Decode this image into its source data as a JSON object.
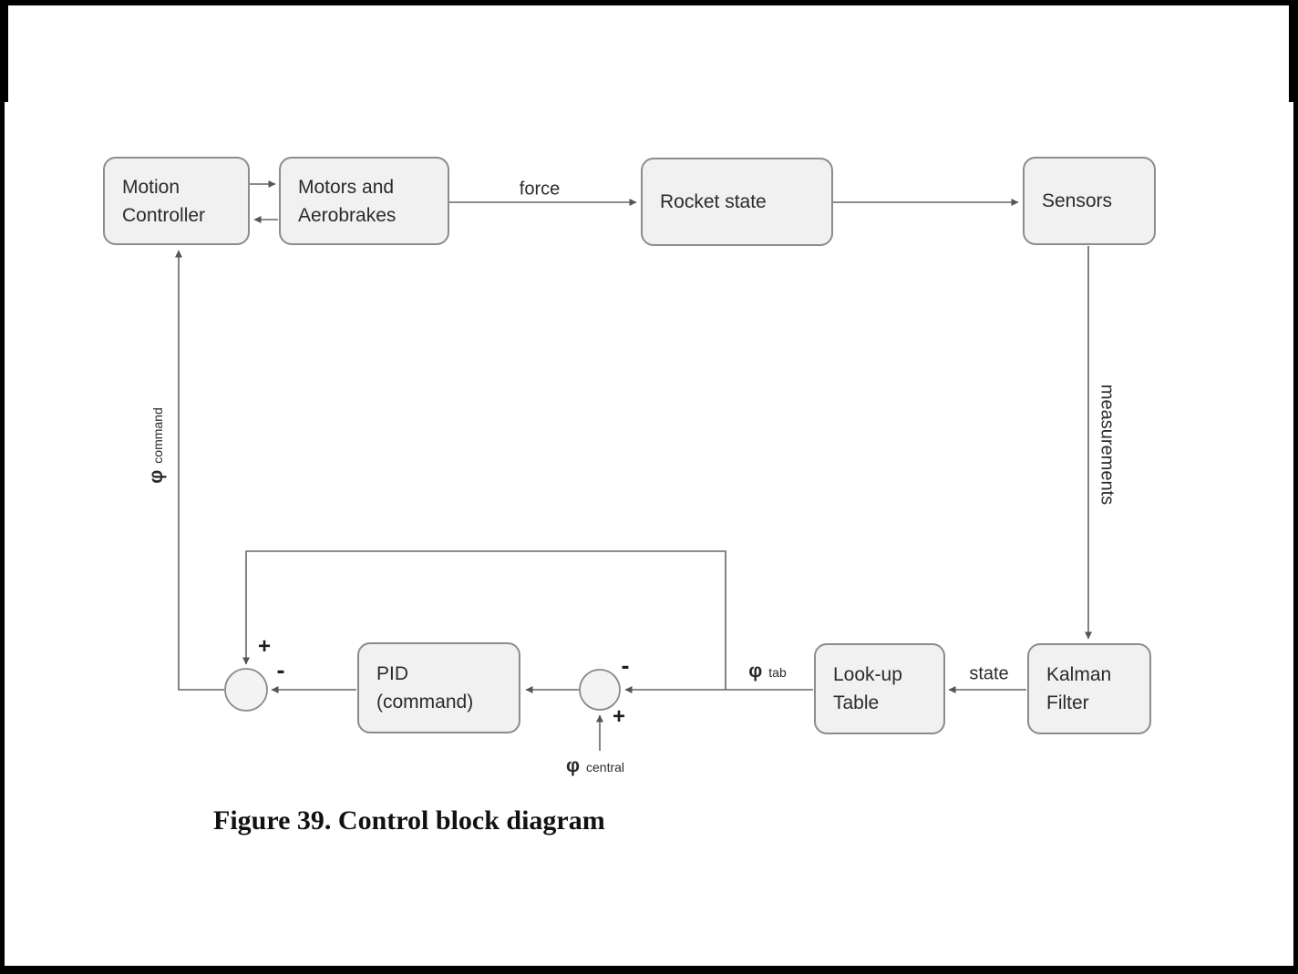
{
  "figure": {
    "caption": "Figure 39. Control block diagram"
  },
  "nodes": {
    "motion_controller": {
      "label": "Motion\nController"
    },
    "motors_aerobrakes": {
      "label": "Motors and\nAerobrakes"
    },
    "rocket_state": {
      "label": "Rocket state"
    },
    "sensors": {
      "label": "Sensors"
    },
    "kalman_filter": {
      "label": "Kalman\nFilter"
    },
    "lookup_table": {
      "label": "Look-up\nTable"
    },
    "pid": {
      "label": "PID\n(command)"
    }
  },
  "edge_labels": {
    "force": "force",
    "measurements": "measurements",
    "state": "state",
    "phi_tab": {
      "symbol": "φ",
      "sub": "tab"
    },
    "phi_central": {
      "symbol": "φ",
      "sub": "central"
    },
    "phi_command": {
      "symbol": "φ",
      "sub": "command"
    }
  },
  "signs": {
    "left_sum_plus": "+",
    "left_sum_minus": "-",
    "right_sum_minus": "-",
    "right_sum_plus": "+"
  },
  "colors": {
    "box_fill": "#f1f1f1",
    "box_border": "#8c8c8c",
    "wire": "#666666",
    "ink": "#2b2b2b",
    "frame": "#000000",
    "paper": "#ffffff"
  }
}
